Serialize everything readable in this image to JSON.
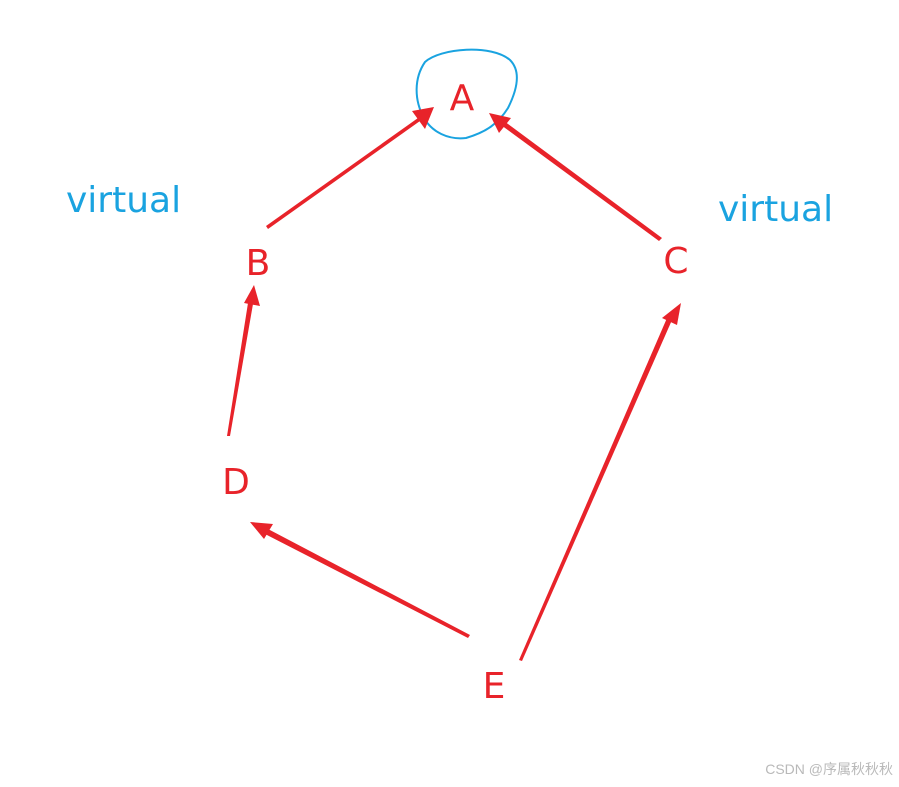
{
  "diagram": {
    "nodes": {
      "a": "A",
      "b": "B",
      "c": "C",
      "d": "D",
      "e": "E"
    },
    "annotations": {
      "left": "virtual",
      "right": "virtual"
    },
    "edges": [
      {
        "from": "B",
        "to": "A"
      },
      {
        "from": "C",
        "to": "A"
      },
      {
        "from": "D",
        "to": "B"
      },
      {
        "from": "E",
        "to": "D"
      },
      {
        "from": "E",
        "to": "C"
      }
    ],
    "colors": {
      "arrow": "#e8232a",
      "node_text": "#e8232a",
      "annotation_text": "#1aa3e0",
      "circle": "#1aa3e0"
    }
  },
  "watermark": "CSDN @序属秋秋秋"
}
